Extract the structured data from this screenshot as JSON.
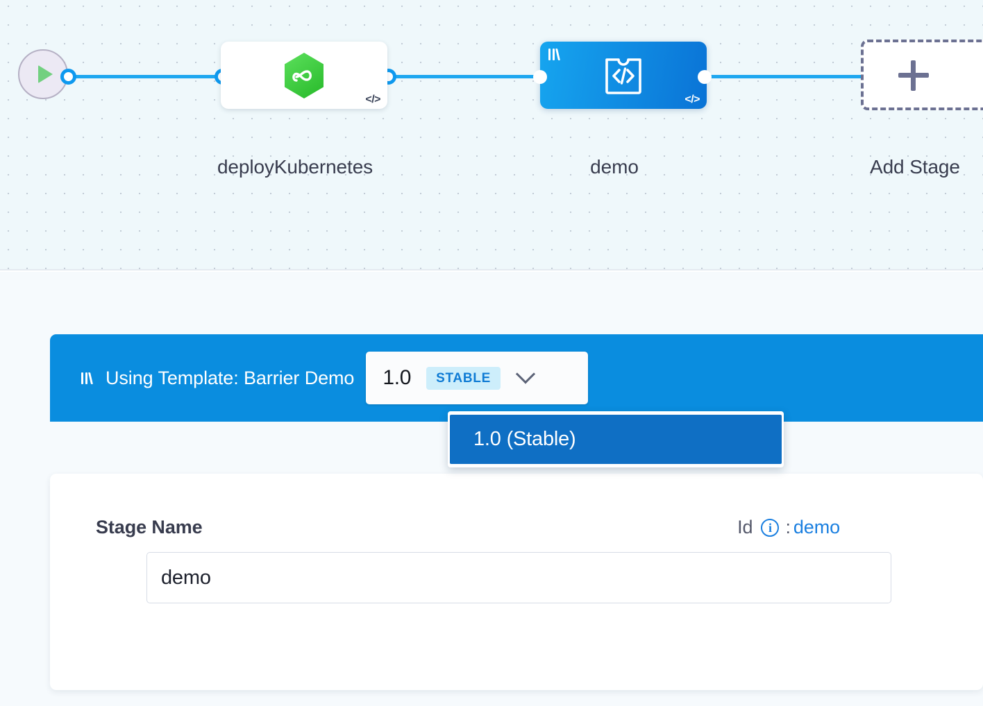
{
  "canvas": {
    "start_node": {
      "icon": "play-icon",
      "label": ""
    },
    "nodes": [
      {
        "id": "deployKubernetes",
        "label": "deployKubernetes",
        "icon": "harness-cd-hexagon-icon",
        "secondary_icon": "code-icon",
        "selected": false
      },
      {
        "id": "demo",
        "label": "demo",
        "icon": "custom-stage-code-icon",
        "secondary_icon": "code-icon",
        "template_icon": "template-library-icon",
        "selected": true
      }
    ],
    "add_stage": {
      "label": "Add Stage",
      "icon": "plus-icon"
    }
  },
  "template_bar": {
    "icon": "template-library-icon",
    "text": "Using Template: Barrier Demo",
    "version_selector": {
      "value": "1.0",
      "badge": "STABLE",
      "chevron": "chevron-down-icon",
      "expanded": true,
      "options": [
        {
          "label": "1.0 (Stable)",
          "selected": true
        }
      ]
    }
  },
  "stage_config": {
    "name_label": "Stage Name",
    "id_label": "Id",
    "id_info_icon": "info-icon",
    "id_separator": ":",
    "id_value": "demo",
    "name_input": {
      "value": "demo",
      "placeholder": "Stage Name"
    }
  },
  "colors": {
    "accent_blue": "#0a8ddf",
    "selected_node_blue": "#0f76d8",
    "menu_highlight": "#0f6fc4",
    "badge_bg": "#cdeefb",
    "badge_text": "#0f7bd4",
    "link_blue": "#1a7fe0",
    "canvas_bg": "#eff8fb",
    "panel_bg": "#f6fafd",
    "connector": "#1ea7f0",
    "start_green": "#72d080"
  }
}
